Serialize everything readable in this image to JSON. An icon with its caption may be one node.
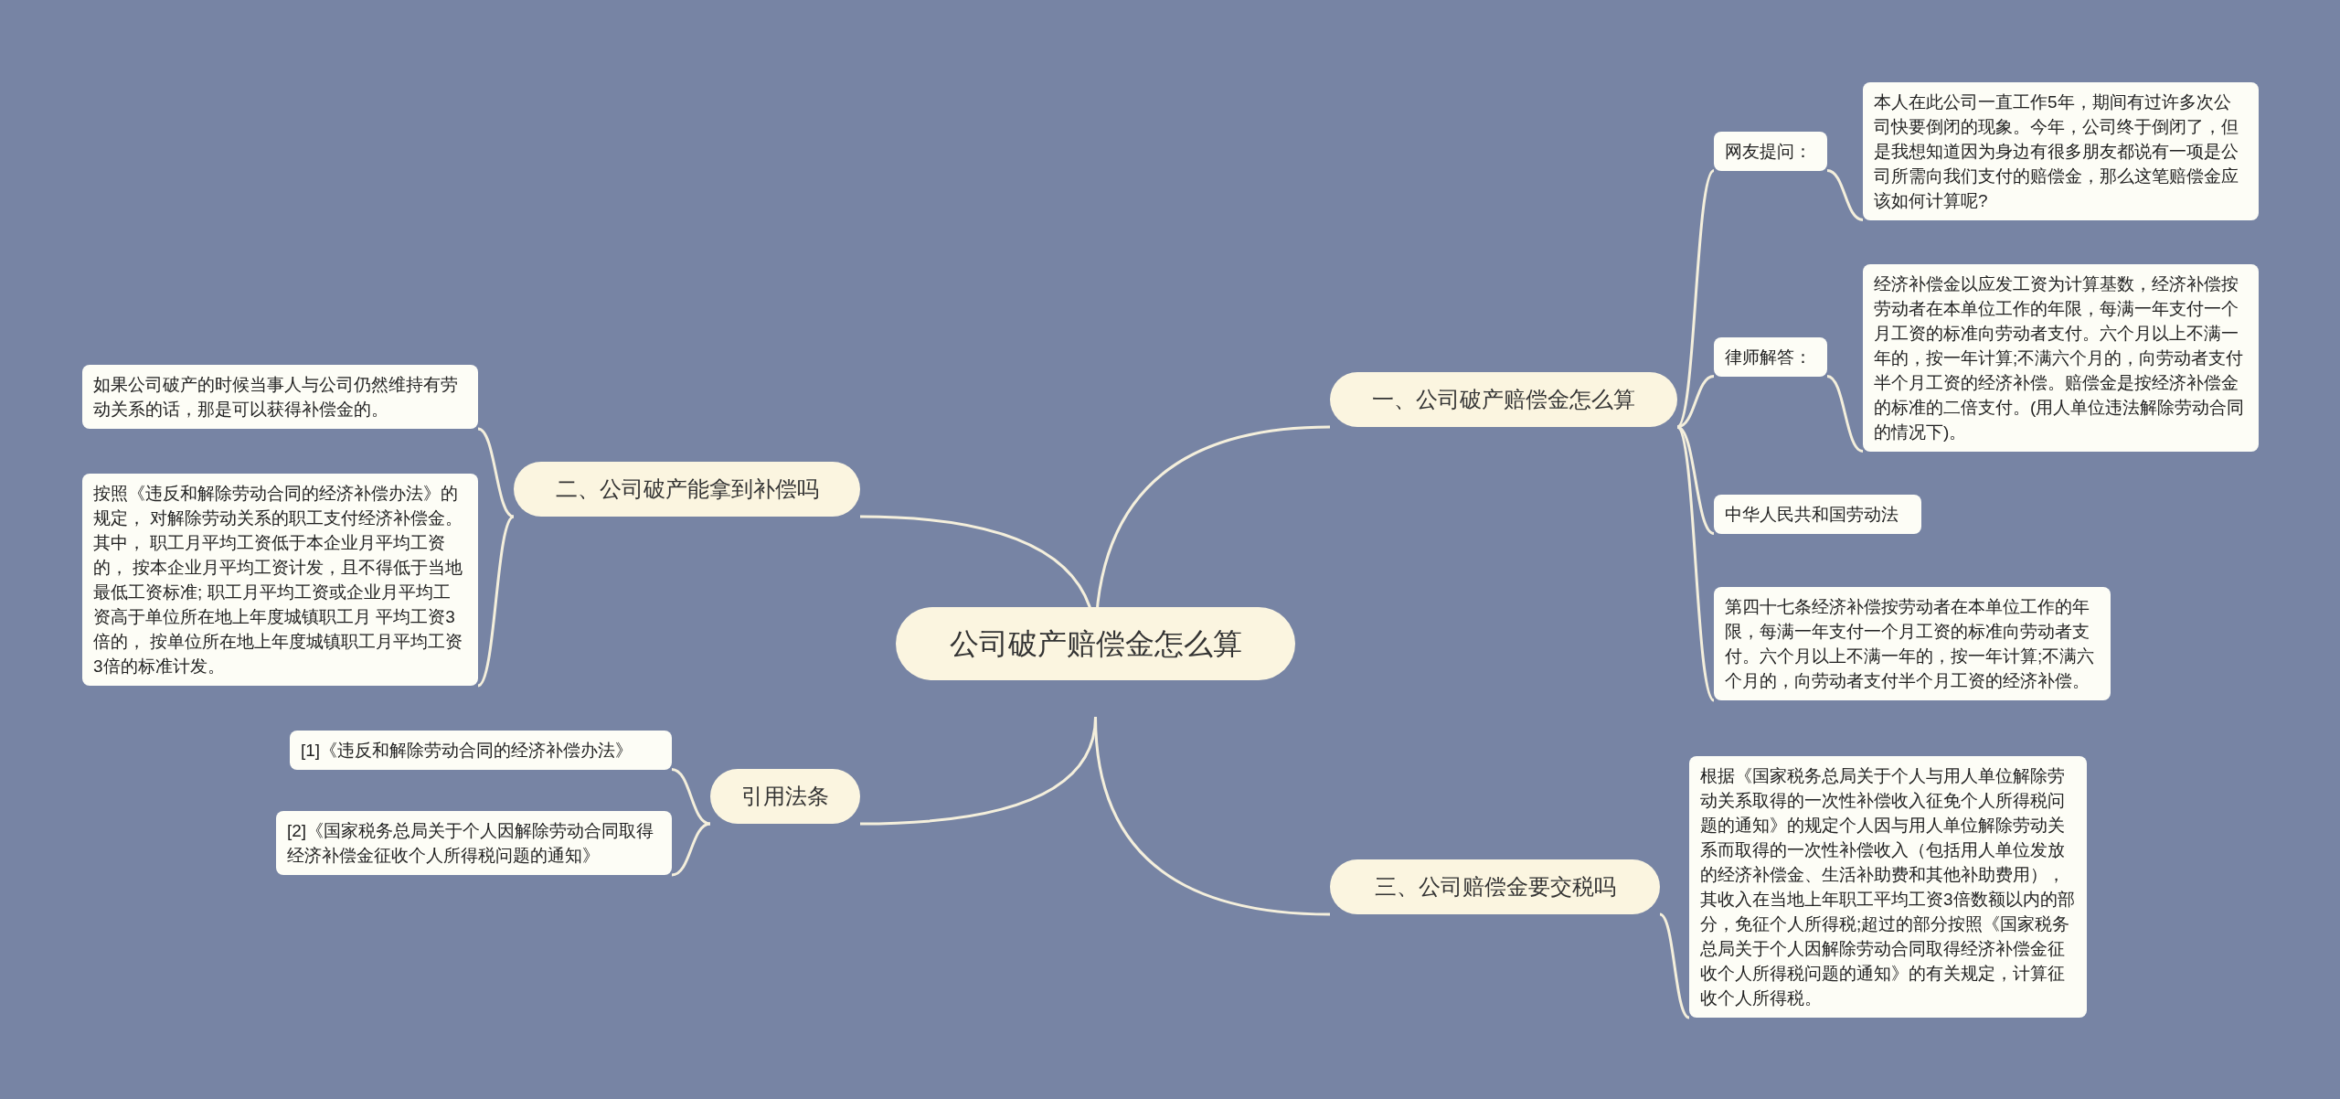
{
  "diagram": {
    "nodes": [
      {
        "text": [
          "公司破产赔偿金怎么算"
        ]
      },
      {
        "text": [
          "一、公司破产赔偿金怎么算"
        ]
      },
      {
        "text": [
          "网友提问："
        ]
      },
      {
        "text": [
          "本人在此公司一直工作5年，期间有过许多次公司快要倒闭的现象。今年，公司终于倒闭了，但是我想知道因为身边有很多朋友都说有一项是公司所需向我们支付的赔偿金，那么这笔赔偿金应该如何计算呢?"
        ]
      },
      {
        "text": [
          "律师解答："
        ]
      },
      {
        "text": [
          "经济补偿金以应发工资为计算基数，经济补偿按劳动者在本单位工作的年限，每满一年支付一个月工资的标准向劳动者支付。六个月以上不满一年的，按一年计算;不满六个月的，向劳动者支付半个月工资的经济补偿。赔偿金是按经济补偿金的标准的二倍支付。(用人单位违法解除劳动合同的情况下)。"
        ]
      },
      {
        "text": [
          "中华人民共和国劳动法"
        ]
      },
      {
        "text": [
          "第四十七条经济补偿按劳动者在本单位工作的年限，每满一年支付一个月工资的标准向劳动者支付。六个月以上不满一年的，按一年计算;不满六个月的，向劳动者支付半个月工资的经济补偿。"
        ]
      },
      {
        "text": [
          "二、公司破产能拿到补偿吗"
        ]
      },
      {
        "text": [
          "如果公司破产的时候当事人与公司仍然维持有劳动关系的话，那是可以获得补偿金的。"
        ]
      },
      {
        "text": [
          "按照《违反和解除劳动合同的经济补偿办法》的规定， 对解除劳动关系的职工支付经济补偿金。其中， 职工月平均工资低于本企业月平均工资的， 按本企业月平均工资计发，且不得低于当地最低工资标准; 职工月平均工资或企业月平均工资高于单位所在地上年度城镇职工月 平均工资3倍的， 按单位所在地上年度城镇职工月平均工资3倍的标准计发。"
        ]
      },
      {
        "text": [
          "三、公司赔偿金要交税吗"
        ]
      },
      {
        "text": [
          "根据《国家税务总局关于个人与用人单位解除劳动关系取得的一次性补偿收入征免个人所得税问题的通知》的规定个人因与用人单位解除劳动关系而取得的一次性补偿收入（包括用人单位发放的经济补偿金、生活补助费和其他补助费用），其收入在当地上年职工平均工资3倍数额以内的部分，免征个人所得税;超过的部分按照《国家税务总局关于个人因解除劳动合同取得经济补偿金征收个人所得税问题的通知》的有关规定，计算征收个人所得税。"
        ]
      },
      {
        "text": [
          "引用法条"
        ]
      },
      {
        "text": [
          "[1]《违反和解除劳动合同的经济补偿办法》"
        ]
      },
      {
        "text": [
          "[2]《国家税务总局关于个人因解除劳动合同取得经济补偿金征收个人所得税问题的通知》"
        ]
      }
    ],
    "edges": [
      {
        "from": 0,
        "to": 1,
        "arrow": "none"
      },
      {
        "from": 1,
        "to": 2,
        "arrow": "none"
      },
      {
        "from": 2,
        "to": 3,
        "arrow": "none"
      },
      {
        "from": 1,
        "to": 4,
        "arrow": "none"
      },
      {
        "from": 4,
        "to": 5,
        "arrow": "none"
      },
      {
        "from": 1,
        "to": 6,
        "arrow": "none"
      },
      {
        "from": 1,
        "to": 7,
        "arrow": "none"
      },
      {
        "from": 0,
        "to": 8,
        "arrow": "none"
      },
      {
        "from": 8,
        "to": 9,
        "arrow": "none"
      },
      {
        "from": 8,
        "to": 10,
        "arrow": "none"
      },
      {
        "from": 0,
        "to": 11,
        "arrow": "none"
      },
      {
        "from": 11,
        "to": 12,
        "arrow": "none"
      },
      {
        "from": 0,
        "to": 13,
        "arrow": "none"
      },
      {
        "from": 13,
        "to": 14,
        "arrow": "none"
      },
      {
        "from": 13,
        "to": 15,
        "arrow": "none"
      }
    ]
  }
}
